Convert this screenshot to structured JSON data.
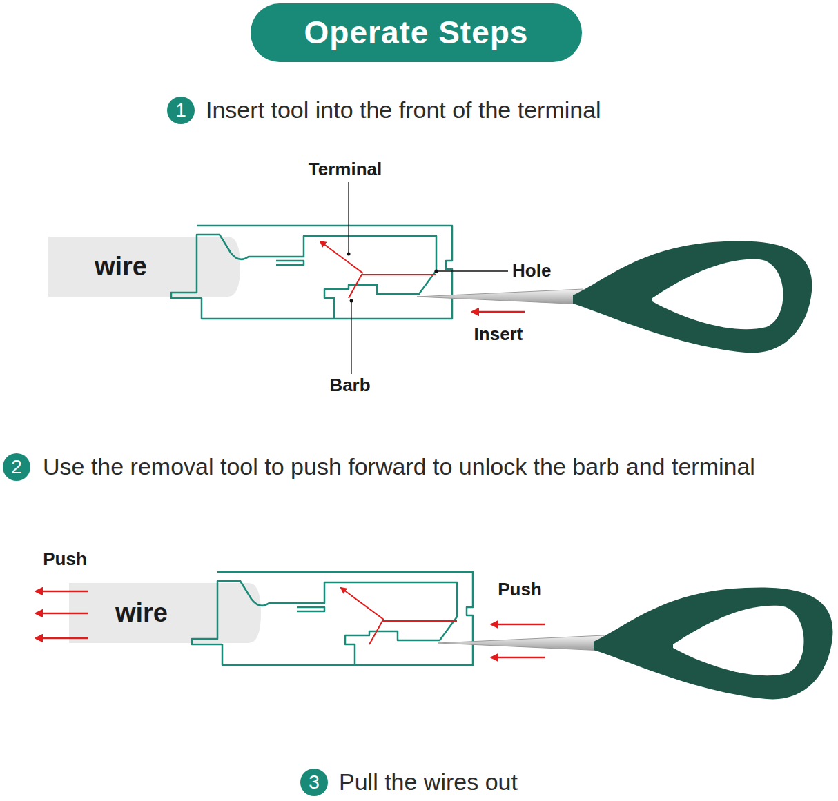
{
  "diagram": {
    "title": "Operate Steps",
    "nodes": [
      {
        "text": [
          "1"
        ]
      },
      {
        "text": [
          "wire"
        ]
      },
      {
        "text": [
          "2"
        ]
      },
      {
        "text": [
          "wire"
        ]
      },
      {
        "text": [
          "3"
        ]
      }
    ],
    "labels": [
      "Insert tool into the front of the terminal",
      "Terminal",
      "Hole",
      "Insert",
      "Barb",
      "Use the removal tool to push forward to unlock the barb and terminal",
      "Push",
      "Push",
      "Pull the wires out"
    ]
  }
}
